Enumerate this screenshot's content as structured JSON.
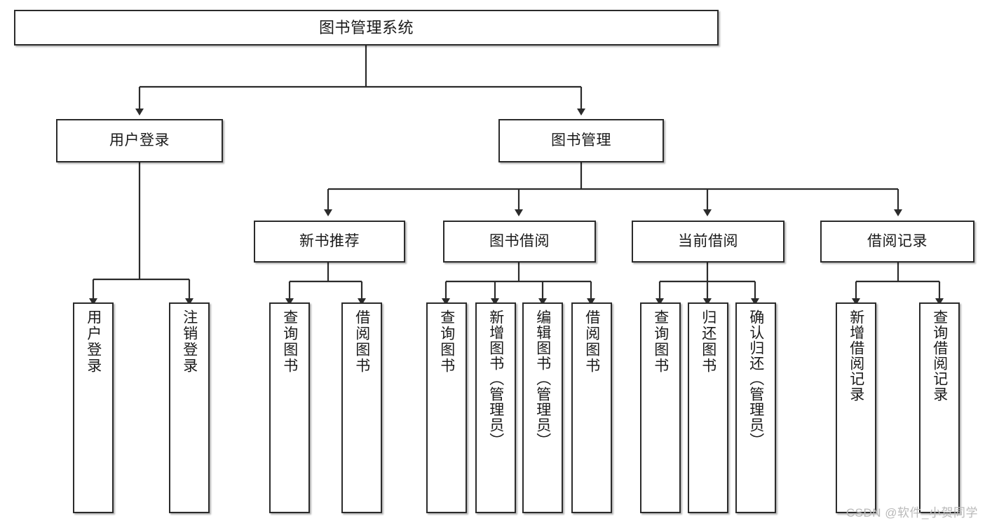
{
  "diagram": {
    "title": "图书管理系统",
    "type": "tree",
    "accent_color": "#2b2b2b",
    "background_color": "#ffffff",
    "levels": [
      {
        "level": 1,
        "nodes": [
          {
            "id": "root",
            "label": "图书管理系统",
            "orientation": "horizontal"
          }
        ]
      },
      {
        "level": 2,
        "nodes": [
          {
            "id": "login",
            "label": "用户登录",
            "orientation": "horizontal",
            "parent": "root"
          },
          {
            "id": "bookmgmt",
            "label": "图书管理",
            "orientation": "horizontal",
            "parent": "root"
          }
        ]
      },
      {
        "level": 3,
        "nodes": [
          {
            "id": "newbook",
            "label": "新书推荐",
            "orientation": "horizontal",
            "parent": "bookmgmt"
          },
          {
            "id": "borrow",
            "label": "图书借阅",
            "orientation": "horizontal",
            "parent": "bookmgmt"
          },
          {
            "id": "current",
            "label": "当前借阅",
            "orientation": "horizontal",
            "parent": "bookmgmt"
          },
          {
            "id": "records",
            "label": "借阅记录",
            "orientation": "horizontal",
            "parent": "bookmgmt"
          }
        ]
      },
      {
        "level": 4,
        "nodes": [
          {
            "id": "leaf1",
            "label": "用户登录",
            "orientation": "vertical",
            "parent": "login"
          },
          {
            "id": "leaf2",
            "label": "注销登录",
            "orientation": "vertical",
            "parent": "login"
          },
          {
            "id": "leaf3",
            "label": "查询图书",
            "orientation": "vertical",
            "parent": "newbook"
          },
          {
            "id": "leaf4",
            "label": "借阅图书",
            "orientation": "vertical",
            "parent": "newbook"
          },
          {
            "id": "leaf5",
            "label": "查询图书",
            "orientation": "vertical",
            "parent": "borrow"
          },
          {
            "id": "leaf6",
            "label": "新增图书（管理员）",
            "orientation": "vertical",
            "parent": "borrow"
          },
          {
            "id": "leaf7",
            "label": "编辑图书（管理员）",
            "orientation": "vertical",
            "parent": "borrow"
          },
          {
            "id": "leaf8",
            "label": "借阅图书",
            "orientation": "vertical",
            "parent": "borrow"
          },
          {
            "id": "leaf9",
            "label": "查询图书",
            "orientation": "vertical",
            "parent": "current"
          },
          {
            "id": "leaf10",
            "label": "归还图书",
            "orientation": "vertical",
            "parent": "current"
          },
          {
            "id": "leaf11",
            "label": "确认归还（管理员）",
            "orientation": "vertical",
            "parent": "current"
          },
          {
            "id": "leaf12",
            "label": "新增借阅记录",
            "orientation": "vertical",
            "parent": "records"
          },
          {
            "id": "leaf13",
            "label": "查询借阅记录",
            "orientation": "vertical",
            "parent": "records"
          }
        ]
      }
    ]
  },
  "watermark": {
    "text": "CSDN @软件_小贺同学"
  }
}
